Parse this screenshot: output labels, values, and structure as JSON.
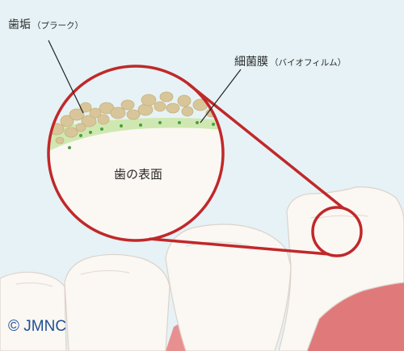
{
  "labels": {
    "plaque": {
      "main": "歯垢",
      "sub": "（プラーク）"
    },
    "biofilm": {
      "main": "細菌膜",
      "sub": "（バイオフィルム）"
    },
    "tooth_surface": "歯の表面"
  },
  "copyright": "© JMNC",
  "colors": {
    "background": "#e6f2f5",
    "gum": "#e07a7a",
    "tooth": "#fbf7f3",
    "outline": "#c0282a",
    "plaque": "#d8c69a",
    "biofilm": "#cfe8b2",
    "bacteria": "#4aa13c",
    "copyright": "#1d4f96"
  }
}
